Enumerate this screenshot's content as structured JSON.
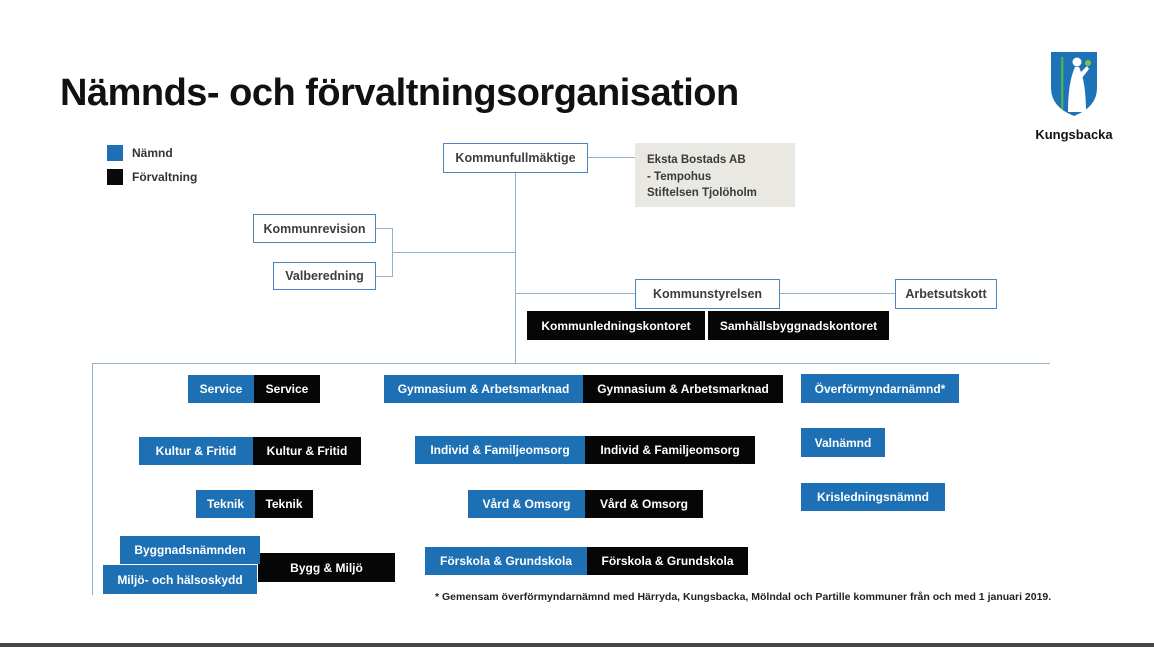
{
  "slide": {
    "title": "Nämnds- och förvaltningsorganisation",
    "logo_text": "Kungsbacka",
    "footnote": "* Gemensam överförmyndarnämnd med Härryda, Kungsbacka, Mölndal och Partille kommuner från och med 1 januari 2019."
  },
  "legend": {
    "namnd": "Nämnd",
    "forvaltning": "Förvaltning"
  },
  "colors": {
    "namnd_blue": "#1d70b4",
    "forvaltning_black": "#060606",
    "connector_line": "#93b1ca",
    "info_gray": "#e9e8e2"
  },
  "org": {
    "kommunfullmaktige": "Kommunfullmäktige",
    "companies": {
      "line1": "Eksta Bostads AB",
      "line2": "- Tempohus",
      "line3": "Stiftelsen Tjolöholm"
    },
    "kommunrevision": "Kommunrevision",
    "valberedning": "Valberedning",
    "kommunstyrelsen": "Kommunstyrelsen",
    "arbetsutskott": "Arbetsutskott",
    "ks_forvaltningar": [
      "Kommunledningskontoret",
      "Samhällsbyggnadskontoret"
    ],
    "pairs": [
      {
        "namnd": "Service",
        "forvaltning": "Service"
      },
      {
        "namnd": "Gymnasium & Arbetsmarknad",
        "forvaltning": "Gymnasium & Arbetsmarknad"
      },
      {
        "namnd": "Kultur & Fritid",
        "forvaltning": "Kultur & Fritid"
      },
      {
        "namnd": "Individ & Familjeomsorg",
        "forvaltning": "Individ & Familjeomsorg"
      },
      {
        "namnd": "Teknik",
        "forvaltning": "Teknik"
      },
      {
        "namnd": "Vård & Omsorg",
        "forvaltning": "Vård & Omsorg"
      },
      {
        "namnd": "Förskola & Grundskola",
        "forvaltning": "Förskola & Grundskola"
      }
    ],
    "namnder_single": [
      "Överförmyndarnämnd*",
      "Valnämnd",
      "Krisledningsnämnd",
      "Byggnadsnämnden",
      "Miljö- och hälsoskydd"
    ],
    "forvaltning_single": "Bygg & Miljö"
  }
}
